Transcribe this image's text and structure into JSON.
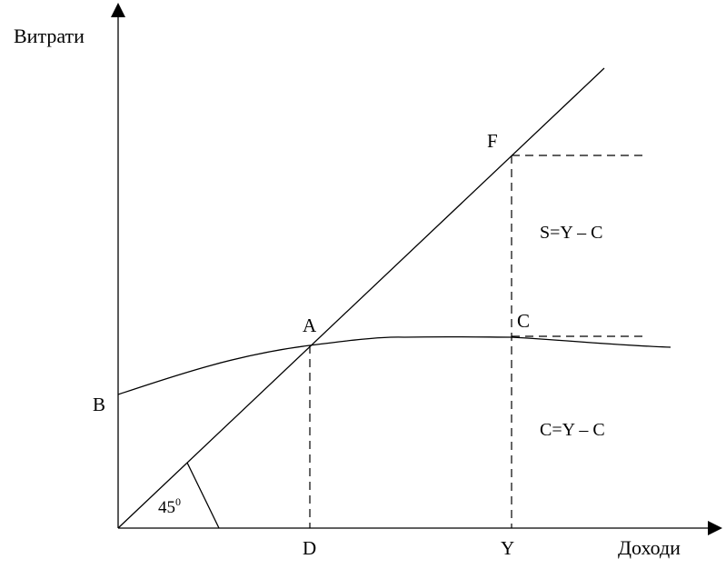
{
  "axes": {
    "y_label": "Витрати",
    "x_label": "Доходи"
  },
  "points": {
    "f": "F",
    "a": "A",
    "c": "C",
    "b": "B",
    "d": "D",
    "y": "Y"
  },
  "annotations": {
    "savings": "S=Y – C",
    "consumption": "C=Y – C",
    "angle_value": "45",
    "angle_degree": "0"
  },
  "colors": {
    "ink": "#000000",
    "background": "#ffffff"
  }
}
